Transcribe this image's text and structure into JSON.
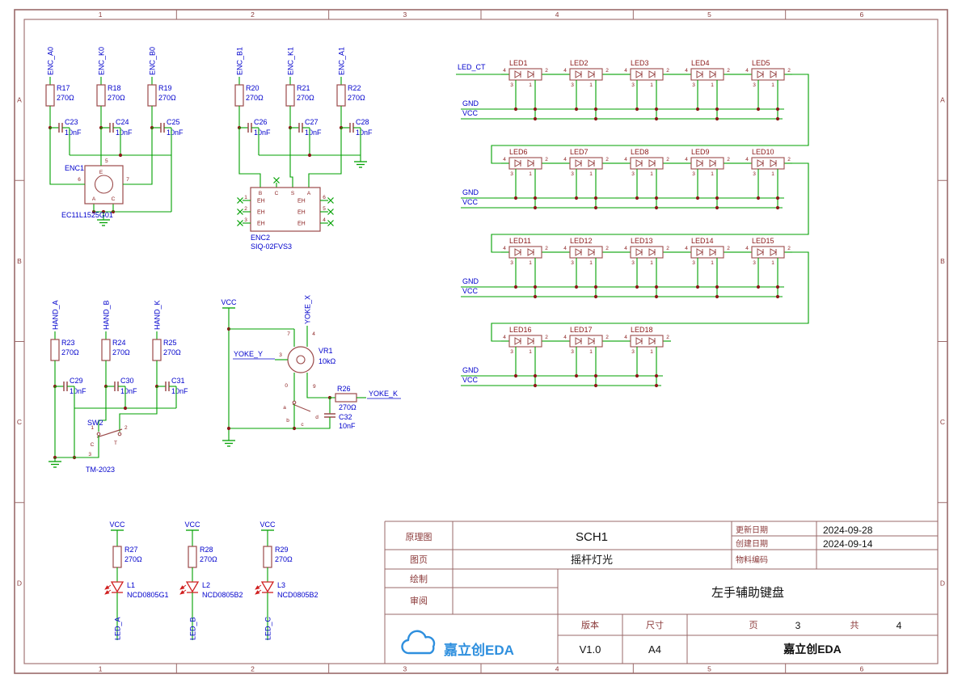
{
  "colors": {
    "wire": "#00A000",
    "component": "#9B4A4A",
    "pin_text": "#8B2020",
    "label_blue": "#0000CC",
    "designator_maroon": "#8B1A1A",
    "junction": "#8B1A1A",
    "frame": "#9A6A6A",
    "title_label": "#8B3A3A",
    "title_value": "#111111",
    "logo_blue": "#2E8FDE",
    "led_red": "#D02020"
  },
  "frame": {
    "columns": [
      "1",
      "2",
      "3",
      "4",
      "5",
      "6"
    ],
    "rows": [
      "A",
      "B",
      "C",
      "D"
    ]
  },
  "encoder1": {
    "nets": [
      "ENC_A0",
      "ENC_K0",
      "ENC_B0"
    ],
    "resistors": [
      {
        "ref": "R17",
        "value": "270Ω"
      },
      {
        "ref": "R18",
        "value": "270Ω"
      },
      {
        "ref": "R19",
        "value": "270Ω"
      }
    ],
    "capacitors": [
      {
        "ref": "C23",
        "value": "10nF"
      },
      {
        "ref": "C24",
        "value": "10nF"
      },
      {
        "ref": "C25",
        "value": "10nF"
      }
    ],
    "component": {
      "ref": "ENC1",
      "part": "EC11L1525G01",
      "pin_top": "5",
      "pin_left": "6",
      "pin_right": "7",
      "letter_top": "E",
      "letter_bl": "A",
      "letter_br": "C"
    }
  },
  "encoder2": {
    "nets": [
      "ENC_B1",
      "ENC_K1",
      "ENC_A1"
    ],
    "resistors": [
      {
        "ref": "R20",
        "value": "270Ω"
      },
      {
        "ref": "R21",
        "value": "270Ω"
      },
      {
        "ref": "R22",
        "value": "270Ω"
      }
    ],
    "capacitors": [
      {
        "ref": "C26",
        "value": "10nF"
      },
      {
        "ref": "C27",
        "value": "10nF"
      },
      {
        "ref": "C28",
        "value": "10nF"
      }
    ],
    "component": {
      "ref": "ENC2",
      "part": "SIQ-02FVS3",
      "left_pins": [
        "1",
        "2",
        "3"
      ],
      "right_pins": [
        "6",
        "5",
        "4"
      ],
      "row_text": "EH",
      "top_letters": [
        "B",
        "C",
        "S",
        "A"
      ]
    }
  },
  "hand": {
    "nets": [
      "HAND_A",
      "HAND_B",
      "HAND_K"
    ],
    "resistors": [
      {
        "ref": "R23",
        "value": "270Ω"
      },
      {
        "ref": "R24",
        "value": "270Ω"
      },
      {
        "ref": "R25",
        "value": "270Ω"
      }
    ],
    "capacitors": [
      {
        "ref": "C29",
        "value": "10nF"
      },
      {
        "ref": "C30",
        "value": "10nF"
      },
      {
        "ref": "C31",
        "value": "10nF"
      }
    ],
    "switch": {
      "ref": "SW2",
      "part": "TM-2023",
      "pin1": "1",
      "pin2": "2",
      "pin3": "3",
      "letter_c": "C",
      "letter_t": "T"
    }
  },
  "joystick": {
    "vcc": "VCC",
    "net_x": "YOKE_X",
    "net_y": "YOKE_Y",
    "net_k": "YOKE_K",
    "pot": {
      "ref": "VR1",
      "value": "10kΩ",
      "pin_tl": "7",
      "pin_tr": "4",
      "pin_left": "3",
      "pin_bl": "0",
      "pin_br": "9",
      "letters": [
        "a",
        "b",
        "c",
        "d"
      ]
    },
    "resistor": {
      "ref": "R26",
      "value": "270Ω"
    },
    "capacitor": {
      "ref": "C32",
      "value": "10nF"
    }
  },
  "led_matrix": {
    "ct_label": "LED_CT",
    "gnd_label": "GND",
    "vcc_label": "VCC",
    "pin_tl": "4",
    "pin_tr": "2",
    "pin_bl": "3",
    "pin_br": "1",
    "rows": [
      [
        "LED1",
        "LED2",
        "LED3",
        "LED4",
        "LED5"
      ],
      [
        "LED6",
        "LED7",
        "LED8",
        "LED9",
        "LED10"
      ],
      [
        "LED11",
        "LED12",
        "LED13",
        "LED14",
        "LED15"
      ],
      [
        "LED16",
        "LED17",
        "LED18"
      ]
    ]
  },
  "indicators": {
    "vcc_label": "VCC",
    "items": [
      {
        "res_ref": "R27",
        "res_value": "270Ω",
        "ref": "L1",
        "part": "NCD0805G1",
        "net": "LED_A"
      },
      {
        "res_ref": "R28",
        "res_value": "270Ω",
        "ref": "L2",
        "part": "NCD0805B2",
        "net": "LED_B"
      },
      {
        "res_ref": "R29",
        "res_value": "270Ω",
        "ref": "L3",
        "part": "NCD0805B2",
        "net": "LED_C"
      }
    ]
  },
  "titleblock": {
    "schematic_label": "原理图",
    "schematic_value": "SCH1",
    "sheet_label": "图页",
    "sheet_value": "摇杆灯光",
    "drawn_label": "绘制",
    "review_label": "审阅",
    "updated_label": "更新日期",
    "updated_value": "2024-09-28",
    "created_label": "创建日期",
    "created_value": "2024-09-14",
    "material_label": "物料编码",
    "project_title": "左手辅助键盘",
    "version_label": "版本",
    "version_value": "V1.0",
    "size_label": "尺寸",
    "size_value": "A4",
    "page_label": "页",
    "page_number": "3",
    "of_label": "共",
    "total_pages": "4",
    "company_name": "嘉立创EDA",
    "logo_text": "嘉立创EDA"
  }
}
